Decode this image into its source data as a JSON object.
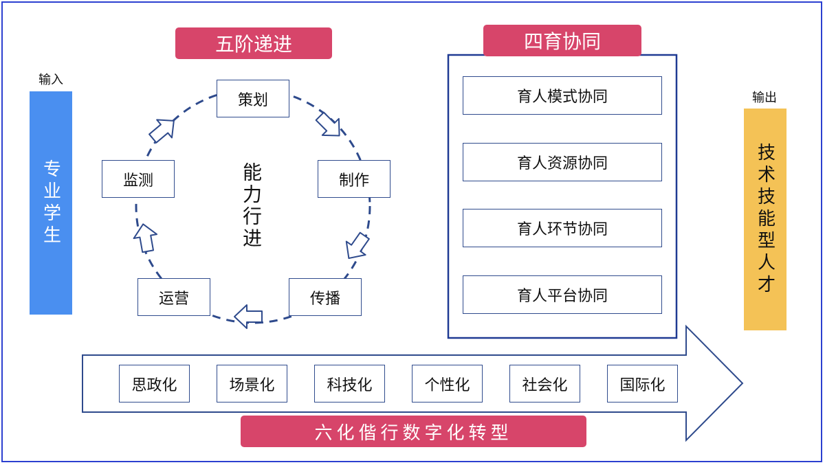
{
  "colors": {
    "accent_pink": "#d7456a",
    "blue_bar": "#4a8ff0",
    "orange_bar": "#f4c256",
    "outline_blue": "#2e4a8c",
    "frame_blue": "#2b3fd0"
  },
  "input": {
    "label": "输入",
    "text": "专业学生"
  },
  "output": {
    "label": "输出",
    "text": "技术技能型人才"
  },
  "cycle": {
    "title": "五阶递进",
    "center": "能力行进",
    "steps": [
      "策划",
      "制作",
      "传播",
      "运营",
      "监测"
    ]
  },
  "collab": {
    "title": "四育协同",
    "items": [
      "育人模式协同",
      "育人资源协同",
      "育人环节协同",
      "育人平台协同"
    ]
  },
  "transform": {
    "title": "六化偕行数字化转型",
    "items": [
      "思政化",
      "场景化",
      "科技化",
      "个性化",
      "社会化",
      "国际化"
    ]
  }
}
